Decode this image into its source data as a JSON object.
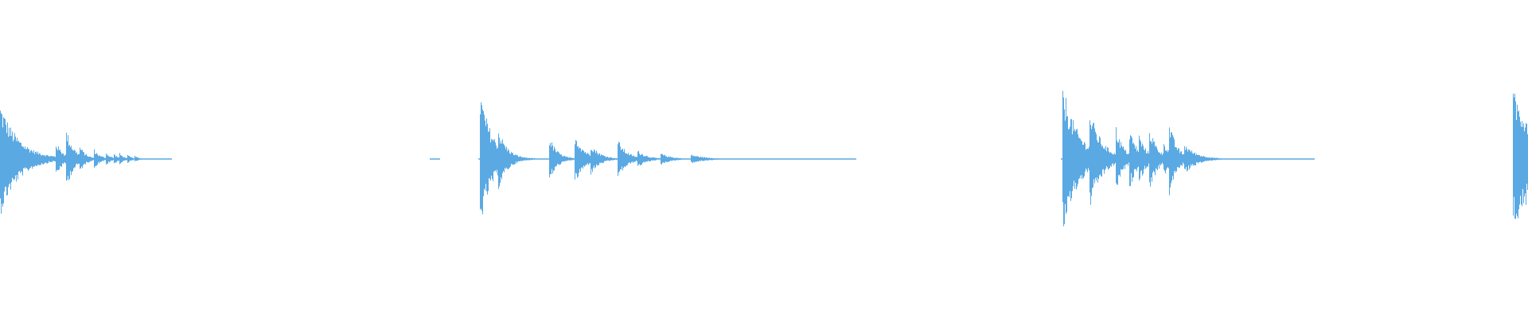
{
  "waveform": {
    "color": "#5aa9e3",
    "background": "#ffffff",
    "segments": [
      {
        "start": 0.0,
        "end": 0.112
      },
      {
        "start": 0.281,
        "end": 0.288
      },
      {
        "start": 0.313,
        "end": 0.56
      },
      {
        "start": 0.694,
        "end": 0.86
      },
      {
        "start": 0.99,
        "end": 1.0
      }
    ],
    "bursts": [
      {
        "t": 0.0,
        "amp": 0.36,
        "decay": 0.012
      },
      {
        "t": 0.008,
        "amp": 0.15,
        "decay": 0.006
      },
      {
        "t": 0.036,
        "amp": 0.12,
        "decay": 0.005
      },
      {
        "t": 0.043,
        "amp": 0.2,
        "decay": 0.005
      },
      {
        "t": 0.052,
        "amp": 0.09,
        "decay": 0.004
      },
      {
        "t": 0.061,
        "amp": 0.07,
        "decay": 0.004
      },
      {
        "t": 0.069,
        "amp": 0.05,
        "decay": 0.003
      },
      {
        "t": 0.074,
        "amp": 0.04,
        "decay": 0.003
      },
      {
        "t": 0.078,
        "amp": 0.04,
        "decay": 0.003
      },
      {
        "t": 0.083,
        "amp": 0.03,
        "decay": 0.003
      },
      {
        "t": 0.088,
        "amp": 0.02,
        "decay": 0.003
      },
      {
        "t": 0.314,
        "amp": 0.44,
        "decay": 0.008
      },
      {
        "t": 0.326,
        "amp": 0.2,
        "decay": 0.006
      },
      {
        "t": 0.359,
        "amp": 0.16,
        "decay": 0.005
      },
      {
        "t": 0.376,
        "amp": 0.17,
        "decay": 0.006
      },
      {
        "t": 0.386,
        "amp": 0.11,
        "decay": 0.006
      },
      {
        "t": 0.404,
        "amp": 0.13,
        "decay": 0.006
      },
      {
        "t": 0.417,
        "amp": 0.06,
        "decay": 0.006
      },
      {
        "t": 0.432,
        "amp": 0.04,
        "decay": 0.007
      },
      {
        "t": 0.452,
        "amp": 0.03,
        "decay": 0.01
      },
      {
        "t": 0.695,
        "amp": 0.5,
        "decay": 0.01
      },
      {
        "t": 0.713,
        "amp": 0.32,
        "decay": 0.008
      },
      {
        "t": 0.73,
        "amp": 0.22,
        "decay": 0.005
      },
      {
        "t": 0.739,
        "amp": 0.2,
        "decay": 0.005
      },
      {
        "t": 0.745,
        "amp": 0.17,
        "decay": 0.005
      },
      {
        "t": 0.752,
        "amp": 0.22,
        "decay": 0.005
      },
      {
        "t": 0.761,
        "amp": 0.13,
        "decay": 0.005
      },
      {
        "t": 0.765,
        "amp": 0.24,
        "decay": 0.005
      },
      {
        "t": 0.775,
        "amp": 0.1,
        "decay": 0.008
      },
      {
        "t": 0.99,
        "amp": 0.44,
        "decay": 0.02
      }
    ]
  }
}
